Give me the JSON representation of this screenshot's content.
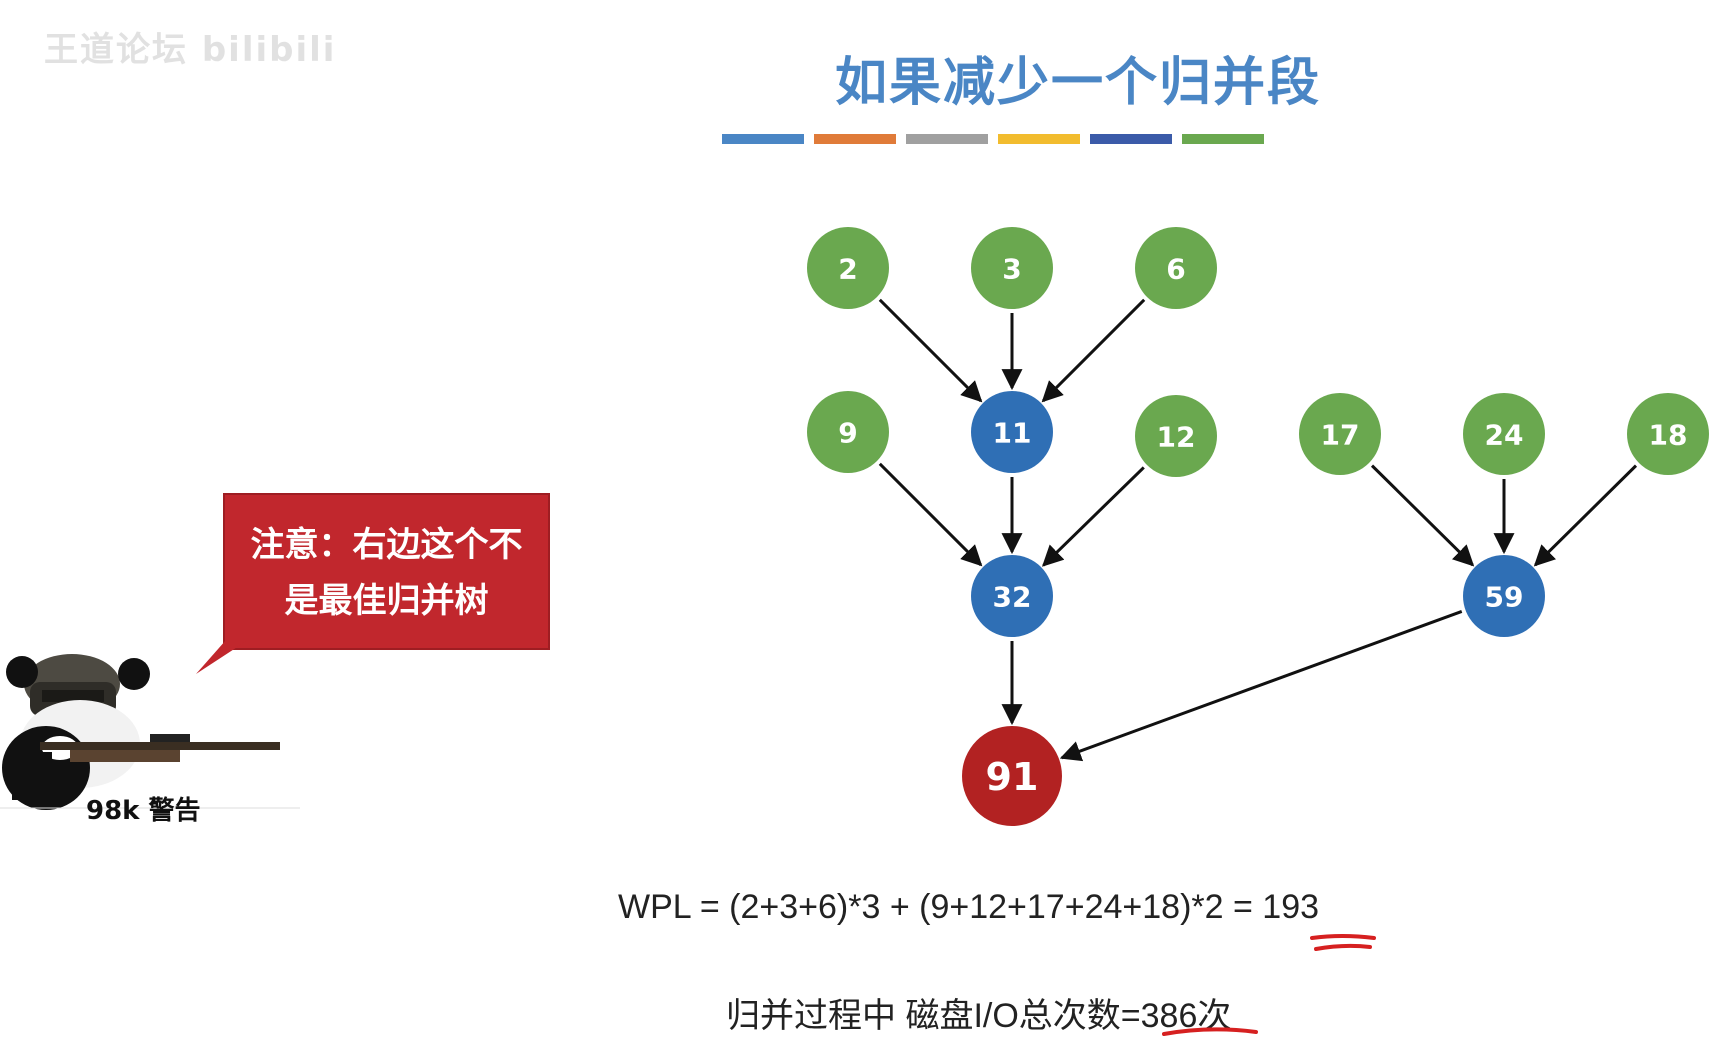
{
  "watermark": "王道论坛 bilibili",
  "title": "如果减少一个归并段",
  "title_bar_colors": [
    "#4a86c5",
    "#e07b39",
    "#a0a0a0",
    "#f2bc2e",
    "#3b5ba9",
    "#6aa84f"
  ],
  "callout": {
    "line1": "注意：右边这个不",
    "line2": "是最佳归并树",
    "color": "#c1272d"
  },
  "sticker": {
    "caption": "98k 警告"
  },
  "tree": {
    "leaf_color": "#6aa84f",
    "internal_color": "#2f6fb5",
    "root_color": "#b22222",
    "nodes": [
      {
        "id": "n2",
        "label": "2",
        "kind": "leaf"
      },
      {
        "id": "n3",
        "label": "3",
        "kind": "leaf"
      },
      {
        "id": "n6",
        "label": "6",
        "kind": "leaf"
      },
      {
        "id": "n9",
        "label": "9",
        "kind": "leaf"
      },
      {
        "id": "n11",
        "label": "11",
        "kind": "internal"
      },
      {
        "id": "n12",
        "label": "12",
        "kind": "leaf"
      },
      {
        "id": "n17",
        "label": "17",
        "kind": "leaf"
      },
      {
        "id": "n24",
        "label": "24",
        "kind": "leaf"
      },
      {
        "id": "n18",
        "label": "18",
        "kind": "leaf"
      },
      {
        "id": "n32",
        "label": "32",
        "kind": "internal"
      },
      {
        "id": "n59",
        "label": "59",
        "kind": "internal"
      },
      {
        "id": "n91",
        "label": "91",
        "kind": "root"
      }
    ],
    "edges": [
      {
        "from": "n2",
        "to": "n11"
      },
      {
        "from": "n3",
        "to": "n11"
      },
      {
        "from": "n6",
        "to": "n11"
      },
      {
        "from": "n9",
        "to": "n32"
      },
      {
        "from": "n11",
        "to": "n32"
      },
      {
        "from": "n12",
        "to": "n32"
      },
      {
        "from": "n17",
        "to": "n59"
      },
      {
        "from": "n24",
        "to": "n59"
      },
      {
        "from": "n18",
        "to": "n59"
      },
      {
        "from": "n32",
        "to": "n91"
      },
      {
        "from": "n59",
        "to": "n91"
      }
    ]
  },
  "formula": {
    "wpl_prefix": "WPL = (2+3+6)*3 + (9+12+17+24+18)*2 = ",
    "wpl_value": "193",
    "io_prefix": "归并过程中 磁盘I/O总次数=",
    "io_value": "386",
    "io_suffix": "次",
    "underline_color": "#d62020"
  }
}
